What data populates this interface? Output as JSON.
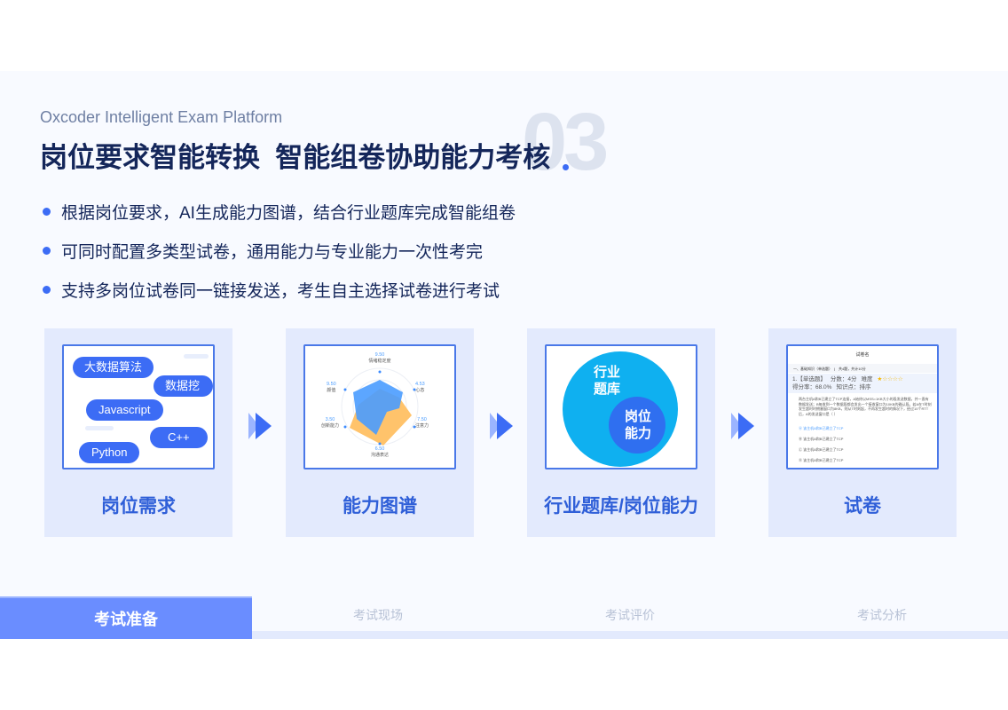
{
  "header": {
    "subtitle": "Oxcoder Intelligent Exam Platform",
    "number": "03",
    "title": "岗位要求智能转换  智能组卷协助能力考核"
  },
  "bullets": [
    "根据岗位要求，AI生成能力图谱，结合行业题库完成智能组卷",
    "可同时配置多类型试卷，通用能力与专业能力一次性考完",
    "支持多岗位试卷同一链接发送，考生自主选择试卷进行考试"
  ],
  "steps": [
    {
      "label": "岗位需求",
      "tags": [
        "大数据算法",
        "数据挖掘",
        "Javascript",
        "C++",
        "Python"
      ]
    },
    {
      "label": "能力图谱",
      "radar": [
        {
          "name": "情绪稳定度",
          "value": "9.50"
        },
        {
          "name": "心态",
          "value": "4.53"
        },
        {
          "name": "注意力",
          "value": "7.50"
        },
        {
          "name": "沟通表达",
          "value": "6.50"
        },
        {
          "name": "创新能力",
          "value": "3.50"
        },
        {
          "name": "颜值",
          "value": "9.50"
        }
      ]
    },
    {
      "label": "行业题库/岗位能力",
      "outer": "行业\n题库",
      "inner": "岗位\n能力"
    },
    {
      "label": "试卷",
      "paper": {
        "title": "试卷名",
        "section": "一、基础知识（单选题）",
        "section_info": "共4题，共计10分",
        "meta": [
          "1.【单选题】",
          "分数：4分",
          "难度",
          "得分率：68.0%",
          "知识点：排序"
        ],
        "question": "两台主机A和B已建立了TCP连接，A始终以MSS=1KB大小的段发送数据，并一直有数据发送；B每收到一个数据段都会发出一个接收窗口为10KB的确认段。若A在T时刻发生超时时拥塞窗口为8KB，则从T时刻起，不再发生超时的情况下，经过10个RTT后，A的发送窗口是（ ）",
        "options": [
          {
            "key": "A",
            "text": "该主机A和B已建立了TCP"
          },
          {
            "key": "B",
            "text": "该主机A和B已建立了TCP"
          },
          {
            "key": "C",
            "text": "该主机A和B已建立了TCP"
          },
          {
            "key": "D",
            "text": "该主机A和B已建立了TCP"
          }
        ]
      }
    }
  ],
  "tabs": [
    {
      "label": "考试准备",
      "active": true
    },
    {
      "label": "考试现场"
    },
    {
      "label": "考试评价"
    },
    {
      "label": "考试分析"
    }
  ],
  "colors": {
    "accent": "#3c6cf5",
    "title": "#14265a",
    "card": "#e3eafd",
    "tab_active": "#6a8dff",
    "radar_blue": "#4a9cff",
    "radar_orange": "#ffc36b",
    "circle_outer": "#0fb0f0",
    "circle_inner": "#2f6ff0"
  }
}
